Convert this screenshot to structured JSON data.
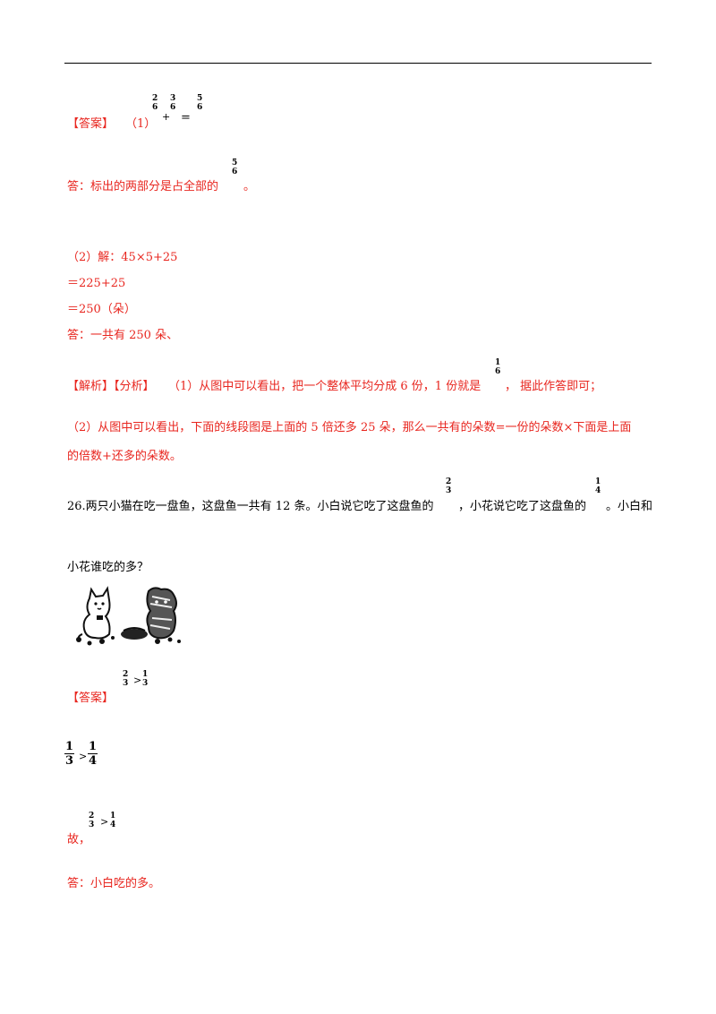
{
  "header": {
    "rule": true
  },
  "q25": {
    "answer_tag": "【答案】",
    "part1_prefix": "（1）",
    "eq_f1": {
      "num": "2",
      "den": "6"
    },
    "eq_plus": "+",
    "eq_f2": {
      "num": "3",
      "den": "6"
    },
    "eq_equals": "=",
    "eq_f3": {
      "num": "5",
      "den": "6"
    },
    "part1_answer": "答：标出的两部分是占全部的",
    "part1_answer_frac": {
      "num": "5",
      "den": "6"
    },
    "part1_answer_end": "。",
    "part2_line1": "（2）解：45×5+25",
    "part2_line2": "＝225+25",
    "part2_line3": "＝250（朵）",
    "part2_answer": "答：一共有 250 朵、",
    "analysis_tags": "【解析】【分析】",
    "analysis1_text": "（1）从图中可以看出，把一个整体平均分成 6 份，1 份就是",
    "analysis1_frac": {
      "num": "1",
      "den": "6"
    },
    "analysis1_end": "，  据此作答即可；",
    "analysis2_line1": "（2）从图中可以看出，下面的线段图是上面的 5 倍还多 25 朵，那么一共有的朵数=一份的朵数×下面是上面",
    "analysis2_line2": "的倍数+还多的朵数。"
  },
  "q26": {
    "question_a": "26.两只小猫在吃一盘鱼，这盘鱼一共有 12 条。小白说它吃了这盘鱼的",
    "frac_a": {
      "num": "2",
      "den": "3"
    },
    "question_b": "，小花说它吃了这盘鱼的",
    "frac_b": {
      "num": "1",
      "den": "4"
    },
    "question_c": "。小白和",
    "question_line2": "小花谁吃的多？",
    "answer_tag": "【答案】",
    "cmp1_left": {
      "num": "2",
      "den": "3"
    },
    "cmp1_op": ">",
    "cmp1_right": {
      "num": "1",
      "den": "3"
    },
    "cmp2_left": {
      "num": "1",
      "den": "3"
    },
    "cmp2_op": ">",
    "cmp2_right": {
      "num": "1",
      "den": "4"
    },
    "therefore": "故，",
    "cmp3_left": {
      "num": "2",
      "den": "3"
    },
    "cmp3_op": ">",
    "cmp3_right": {
      "num": "1",
      "den": "4"
    },
    "final_answer": "答：小白吃的多。"
  }
}
